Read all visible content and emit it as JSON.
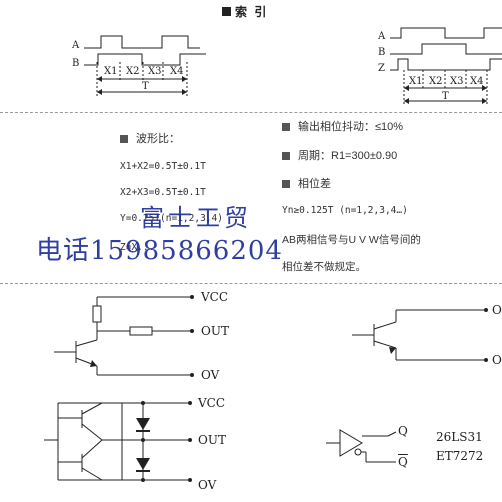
{
  "index_title": "索 引",
  "timing_left": {
    "signals": [
      "A",
      "B"
    ],
    "intervals": [
      "X1",
      "X2",
      "X3",
      "X4"
    ],
    "period": "T"
  },
  "timing_right": {
    "signals": [
      "A",
      "B",
      "Z"
    ],
    "intervals": [
      "X1",
      "X2",
      "X3",
      "X4"
    ],
    "period": "T"
  },
  "specs": {
    "duty_heading": "波形比：",
    "duty_lines": [
      "X1+X2=0.5T±0.1T",
      "X2+X3=0.5T±0.1T",
      "Y=0.25T(n=1,2,3,4)",
      "Z=X..."
    ],
    "jitter_heading": "输出相位抖动：≤10%",
    "period_heading": "周期：R1=300±0.90",
    "phase_heading": "相位差",
    "phase_line": "Yn≥0.125T (n=1,2,3,4…)",
    "phase_note_1": "AB两相信号与U V W信号间的",
    "phase_note_2": "相位差不做规定。"
  },
  "watermark": {
    "company": "富士工贸",
    "phone": "电话15985866204"
  },
  "circuit_top": {
    "labels": [
      "VCC",
      "OUT",
      "OV"
    ]
  },
  "circuit_bottom": {
    "labels": [
      "VCC",
      "OUT",
      "OV"
    ],
    "driver_outputs": [
      "Q",
      "Q"
    ],
    "chip_names": [
      "26LS31",
      "ET7272"
    ]
  },
  "circuit_right": {
    "labels": [
      "O",
      "O"
    ]
  },
  "colors": {
    "watermark": "#1e2f99",
    "line": "#222222"
  }
}
